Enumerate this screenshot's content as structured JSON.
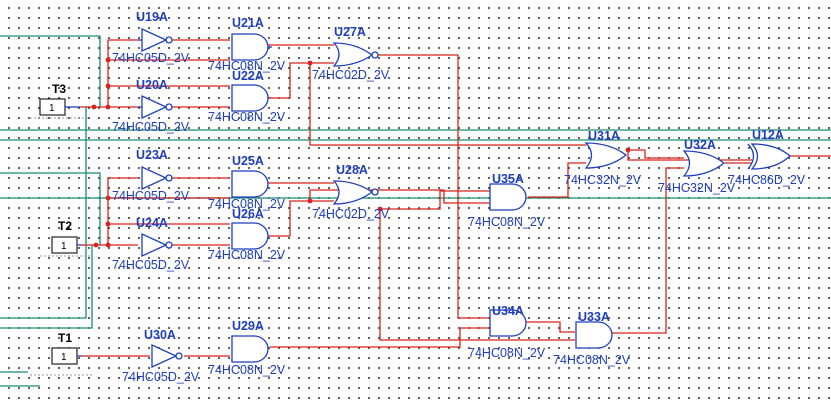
{
  "inputs": [
    {
      "id": "in_t3",
      "name": "T3",
      "value": "1"
    },
    {
      "id": "in_t2",
      "name": "T2",
      "value": "1"
    },
    {
      "id": "in_t1",
      "name": "T1",
      "value": "1"
    }
  ],
  "gates": [
    {
      "id": "u19",
      "kind": "not",
      "ref": "U19A",
      "part": "74HC05D_2V"
    },
    {
      "id": "u20",
      "kind": "not",
      "ref": "U20A",
      "part": "74HC05D_2V"
    },
    {
      "id": "u21",
      "kind": "and",
      "ref": "U21A",
      "part": "74HC08N_2V"
    },
    {
      "id": "u22",
      "kind": "and",
      "ref": "U22A",
      "part": "74HC08N_2V"
    },
    {
      "id": "u27",
      "kind": "nor",
      "ref": "U27A",
      "part": "74HC02D_2V"
    },
    {
      "id": "u23",
      "kind": "not",
      "ref": "U23A",
      "part": "74HC05D_2V"
    },
    {
      "id": "u24",
      "kind": "not",
      "ref": "U24A",
      "part": "74HC05D_2V"
    },
    {
      "id": "u25",
      "kind": "and",
      "ref": "U25A",
      "part": "74HC08N_2V"
    },
    {
      "id": "u26",
      "kind": "and",
      "ref": "U26A",
      "part": "74HC08N_2V"
    },
    {
      "id": "u28",
      "kind": "nor",
      "ref": "U28A",
      "part": "74HC02D_2V"
    },
    {
      "id": "u30",
      "kind": "not",
      "ref": "U30A",
      "part": "74HC05D_2V"
    },
    {
      "id": "u29",
      "kind": "and",
      "ref": "U29A",
      "part": "74HC08N_2V"
    },
    {
      "id": "u35",
      "kind": "and",
      "ref": "U35A",
      "part": "74HC08N_2V"
    },
    {
      "id": "u34",
      "kind": "and",
      "ref": "U34A",
      "part": "74HC08N_2V"
    },
    {
      "id": "u33",
      "kind": "and",
      "ref": "U33A",
      "part": "74HC08N_2V"
    },
    {
      "id": "u31",
      "kind": "or",
      "ref": "U31A",
      "part": "74HC32N_2V"
    },
    {
      "id": "u32",
      "kind": "or",
      "ref": "U32A",
      "part": "74HC32N_2V"
    },
    {
      "id": "u12",
      "kind": "xor",
      "ref": "U12A",
      "part": "74HC86D_2V"
    }
  ],
  "colors": {
    "component": "#1f3fbf",
    "wire": "#d8231f",
    "bus": "#1b8c73",
    "grid": "#3a3a3a"
  }
}
